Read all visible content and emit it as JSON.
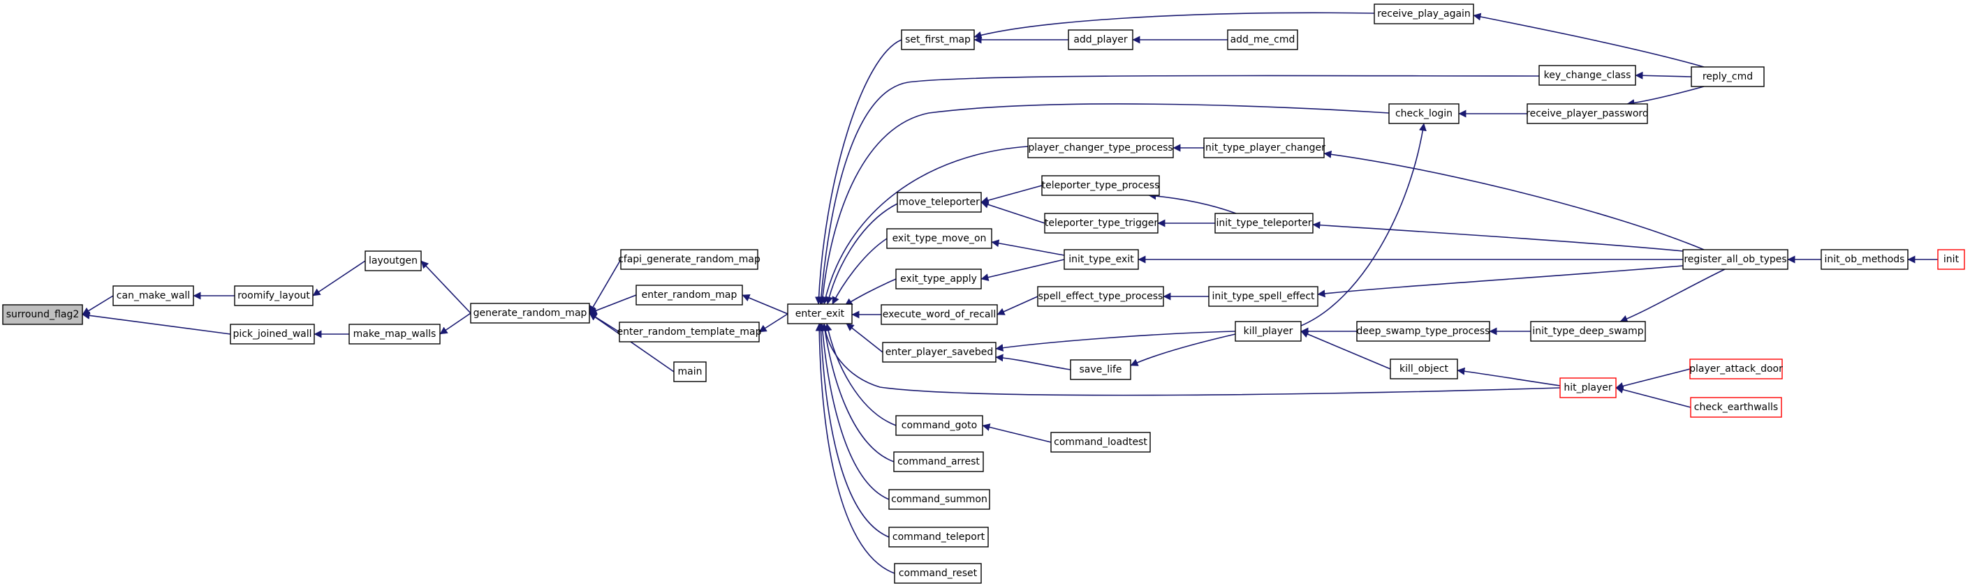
{
  "diagram": {
    "type": "call-graph",
    "colors": {
      "edge": "#191970",
      "node_border": "#000000",
      "node_fill": "#ffffff",
      "root_fill": "#bfbfbf",
      "truncated_border": "#ff0000"
    },
    "nodes": [
      {
        "id": "surround_flag2",
        "label": "surround_flag2",
        "style": "highlight"
      },
      {
        "id": "can_make_wall",
        "label": "can_make_wall"
      },
      {
        "id": "pick_joined_wall",
        "label": "pick_joined_wall"
      },
      {
        "id": "roomify_layout",
        "label": "roomify_layout"
      },
      {
        "id": "make_map_walls",
        "label": "make_map_walls"
      },
      {
        "id": "layoutgen",
        "label": "layoutgen"
      },
      {
        "id": "generate_random_map",
        "label": "generate_random_map"
      },
      {
        "id": "cfapi_generate_random_map",
        "label": "cfapi_generate_random_map"
      },
      {
        "id": "enter_random_map",
        "label": "enter_random_map"
      },
      {
        "id": "enter_random_template_map",
        "label": "enter_random_template_map"
      },
      {
        "id": "main",
        "label": "main"
      },
      {
        "id": "enter_exit",
        "label": "enter_exit"
      },
      {
        "id": "set_first_map",
        "label": "set_first_map"
      },
      {
        "id": "player_changer_type_process",
        "label": "player_changer_type_process"
      },
      {
        "id": "move_teleporter",
        "label": "move_teleporter"
      },
      {
        "id": "exit_type_move_on",
        "label": "exit_type_move_on"
      },
      {
        "id": "exit_type_apply",
        "label": "exit_type_apply"
      },
      {
        "id": "execute_word_of_recall",
        "label": "execute_word_of_recall"
      },
      {
        "id": "enter_player_savebed",
        "label": "enter_player_savebed"
      },
      {
        "id": "command_goto",
        "label": "command_goto"
      },
      {
        "id": "command_arrest",
        "label": "command_arrest"
      },
      {
        "id": "command_summon",
        "label": "command_summon"
      },
      {
        "id": "command_teleport",
        "label": "command_teleport"
      },
      {
        "id": "command_reset",
        "label": "command_reset"
      },
      {
        "id": "add_player",
        "label": "add_player"
      },
      {
        "id": "add_me_cmd",
        "label": "add_me_cmd"
      },
      {
        "id": "receive_play_again",
        "label": "receive_play_again"
      },
      {
        "id": "key_change_class",
        "label": "key_change_class"
      },
      {
        "id": "check_login",
        "label": "check_login"
      },
      {
        "id": "receive_player_password",
        "label": "receive_player_password"
      },
      {
        "id": "reply_cmd",
        "label": "reply_cmd"
      },
      {
        "id": "init_type_player_changer",
        "label": "init_type_player_changer"
      },
      {
        "id": "teleporter_type_process",
        "label": "teleporter_type_process"
      },
      {
        "id": "teleporter_type_trigger",
        "label": "teleporter_type_trigger"
      },
      {
        "id": "init_type_teleporter",
        "label": "init_type_teleporter"
      },
      {
        "id": "init_type_exit",
        "label": "init_type_exit"
      },
      {
        "id": "spell_effect_type_process",
        "label": "spell_effect_type_process"
      },
      {
        "id": "init_type_spell_effect",
        "label": "init_type_spell_effect"
      },
      {
        "id": "save_life",
        "label": "save_life"
      },
      {
        "id": "kill_player",
        "label": "kill_player"
      },
      {
        "id": "deep_swamp_type_process",
        "label": "deep_swamp_type_process"
      },
      {
        "id": "init_type_deep_swamp",
        "label": "init_type_deep_swamp"
      },
      {
        "id": "kill_object",
        "label": "kill_object"
      },
      {
        "id": "hit_player",
        "label": "hit_player",
        "style": "truncated"
      },
      {
        "id": "player_attack_door",
        "label": "player_attack_door",
        "style": "truncated"
      },
      {
        "id": "check_earthwalls",
        "label": "check_earthwalls",
        "style": "truncated"
      },
      {
        "id": "command_loadtest",
        "label": "command_loadtest"
      },
      {
        "id": "register_all_ob_types",
        "label": "register_all_ob_types"
      },
      {
        "id": "init_ob_methods",
        "label": "init_ob_methods"
      },
      {
        "id": "init",
        "label": "init",
        "style": "truncated"
      }
    ],
    "edges": [
      {
        "from": "can_make_wall",
        "to": "surround_flag2"
      },
      {
        "from": "pick_joined_wall",
        "to": "surround_flag2"
      },
      {
        "from": "roomify_layout",
        "to": "can_make_wall"
      },
      {
        "from": "make_map_walls",
        "to": "pick_joined_wall"
      },
      {
        "from": "layoutgen",
        "to": "roomify_layout"
      },
      {
        "from": "generate_random_map",
        "to": "layoutgen"
      },
      {
        "from": "generate_random_map",
        "to": "make_map_walls"
      },
      {
        "from": "cfapi_generate_random_map",
        "to": "generate_random_map"
      },
      {
        "from": "enter_random_map",
        "to": "generate_random_map"
      },
      {
        "from": "enter_random_template_map",
        "to": "generate_random_map"
      },
      {
        "from": "main",
        "to": "generate_random_map"
      },
      {
        "from": "enter_exit",
        "to": "enter_random_map"
      },
      {
        "from": "enter_exit",
        "to": "enter_random_template_map"
      },
      {
        "from": "set_first_map",
        "to": "enter_exit"
      },
      {
        "from": "key_change_class",
        "to": "enter_exit"
      },
      {
        "from": "check_login",
        "to": "enter_exit"
      },
      {
        "from": "player_changer_type_process",
        "to": "enter_exit"
      },
      {
        "from": "move_teleporter",
        "to": "enter_exit"
      },
      {
        "from": "exit_type_move_on",
        "to": "enter_exit"
      },
      {
        "from": "exit_type_apply",
        "to": "enter_exit"
      },
      {
        "from": "execute_word_of_recall",
        "to": "enter_exit"
      },
      {
        "from": "enter_player_savebed",
        "to": "enter_exit"
      },
      {
        "from": "hit_player",
        "to": "enter_exit"
      },
      {
        "from": "command_goto",
        "to": "enter_exit"
      },
      {
        "from": "command_arrest",
        "to": "enter_exit"
      },
      {
        "from": "command_summon",
        "to": "enter_exit"
      },
      {
        "from": "command_teleport",
        "to": "enter_exit"
      },
      {
        "from": "command_reset",
        "to": "enter_exit"
      },
      {
        "from": "add_player",
        "to": "set_first_map"
      },
      {
        "from": "receive_play_again",
        "to": "set_first_map"
      },
      {
        "from": "add_me_cmd",
        "to": "add_player"
      },
      {
        "from": "reply_cmd",
        "to": "receive_play_again"
      },
      {
        "from": "reply_cmd",
        "to": "key_change_class"
      },
      {
        "from": "receive_player_password",
        "to": "check_login"
      },
      {
        "from": "reply_cmd",
        "to": "receive_player_password"
      },
      {
        "from": "init_type_player_changer",
        "to": "player_changer_type_process"
      },
      {
        "from": "register_all_ob_types",
        "to": "init_type_player_changer"
      },
      {
        "from": "teleporter_type_process",
        "to": "move_teleporter"
      },
      {
        "from": "teleporter_type_trigger",
        "to": "move_teleporter"
      },
      {
        "from": "init_type_teleporter",
        "to": "teleporter_type_process"
      },
      {
        "from": "init_type_teleporter",
        "to": "teleporter_type_trigger"
      },
      {
        "from": "register_all_ob_types",
        "to": "init_type_teleporter"
      },
      {
        "from": "init_type_exit",
        "to": "exit_type_move_on"
      },
      {
        "from": "init_type_exit",
        "to": "exit_type_apply"
      },
      {
        "from": "register_all_ob_types",
        "to": "init_type_exit"
      },
      {
        "from": "spell_effect_type_process",
        "to": "execute_word_of_recall"
      },
      {
        "from": "init_type_spell_effect",
        "to": "spell_effect_type_process"
      },
      {
        "from": "register_all_ob_types",
        "to": "init_type_spell_effect"
      },
      {
        "from": "kill_player",
        "to": "enter_player_savebed"
      },
      {
        "from": "save_life",
        "to": "enter_player_savebed"
      },
      {
        "from": "kill_player",
        "to": "save_life"
      },
      {
        "from": "kill_player",
        "to": "check_login"
      },
      {
        "from": "deep_swamp_type_process",
        "to": "kill_player"
      },
      {
        "from": "kill_object",
        "to": "kill_player"
      },
      {
        "from": "init_type_deep_swamp",
        "to": "deep_swamp_type_process"
      },
      {
        "from": "register_all_ob_types",
        "to": "init_type_deep_swamp"
      },
      {
        "from": "hit_player",
        "to": "kill_object"
      },
      {
        "from": "player_attack_door",
        "to": "hit_player"
      },
      {
        "from": "check_earthwalls",
        "to": "hit_player"
      },
      {
        "from": "command_loadtest",
        "to": "command_goto"
      },
      {
        "from": "init_ob_methods",
        "to": "register_all_ob_types"
      },
      {
        "from": "init",
        "to": "init_ob_methods"
      }
    ]
  }
}
